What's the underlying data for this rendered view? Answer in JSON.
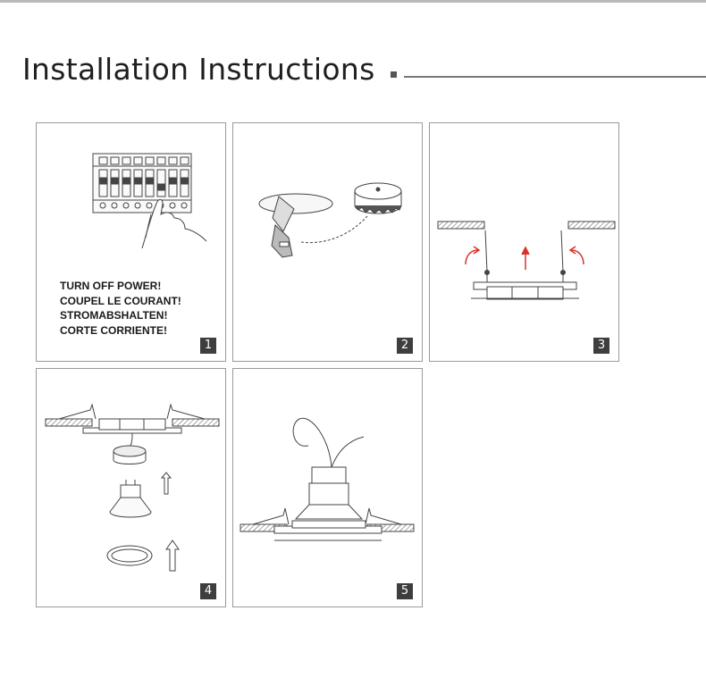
{
  "header": {
    "title": "Installation Instructions"
  },
  "steps": [
    {
      "number": "1",
      "icon": "breaker-panel-icon",
      "warnings": [
        "TURN OFF POWER!",
        "COUPEL LE COURANT!",
        "STROMABSHALTEN!",
        "CORTE CORRIENTE!"
      ]
    },
    {
      "number": "2",
      "icon": "hole-saw-icon"
    },
    {
      "number": "3",
      "icon": "spring-clips-icon"
    },
    {
      "number": "4",
      "icon": "lamp-assembly-icon"
    },
    {
      "number": "5",
      "icon": "fitted-downlight-icon"
    }
  ],
  "colors": {
    "accent_arrow": "#d9332b",
    "frame": "#9a9a9a",
    "badge": "#3e3e3e",
    "line_art": "#444444"
  }
}
